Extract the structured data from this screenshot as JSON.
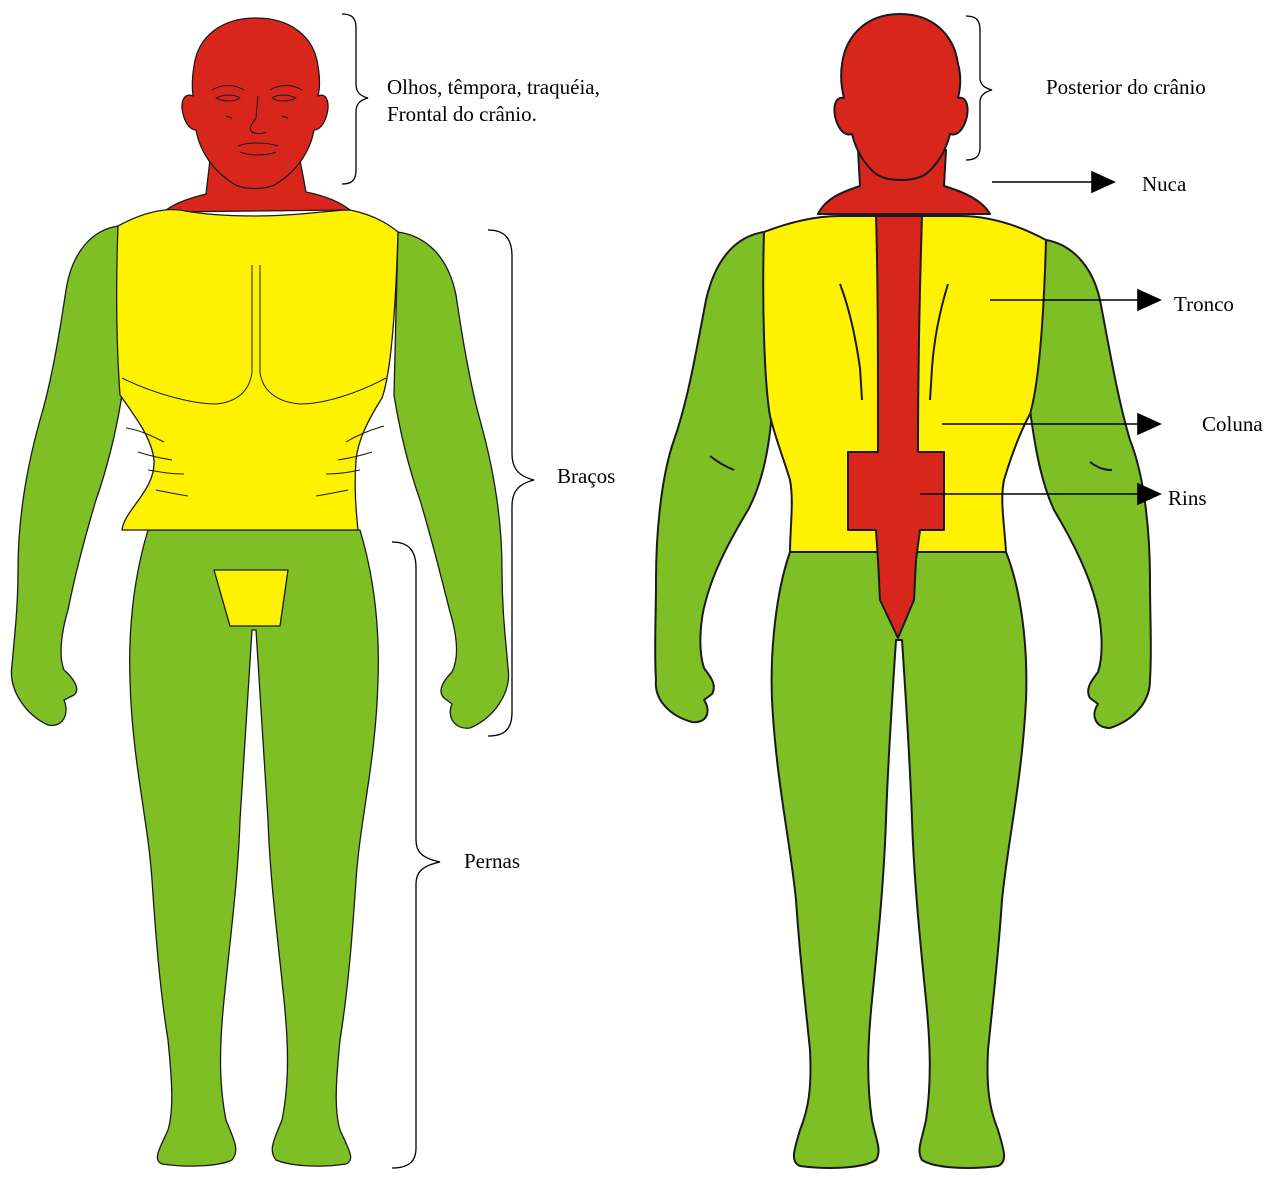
{
  "colors": {
    "head": "#d8261d",
    "torso": "#fff200",
    "limbs": "#7dbf24",
    "outline": "#1a1a1a"
  },
  "front_view": {
    "labels": {
      "head_line1": "Olhos, têmpora, traquéia,",
      "head_line2": "Frontal do crânio.",
      "arms": "Braços",
      "legs": "Pernas"
    }
  },
  "back_view": {
    "labels": {
      "skull": "Posterior do crânio",
      "neck": "Nuca",
      "trunk": "Tronco",
      "spine": "Coluna",
      "kidneys": "Rins"
    }
  }
}
